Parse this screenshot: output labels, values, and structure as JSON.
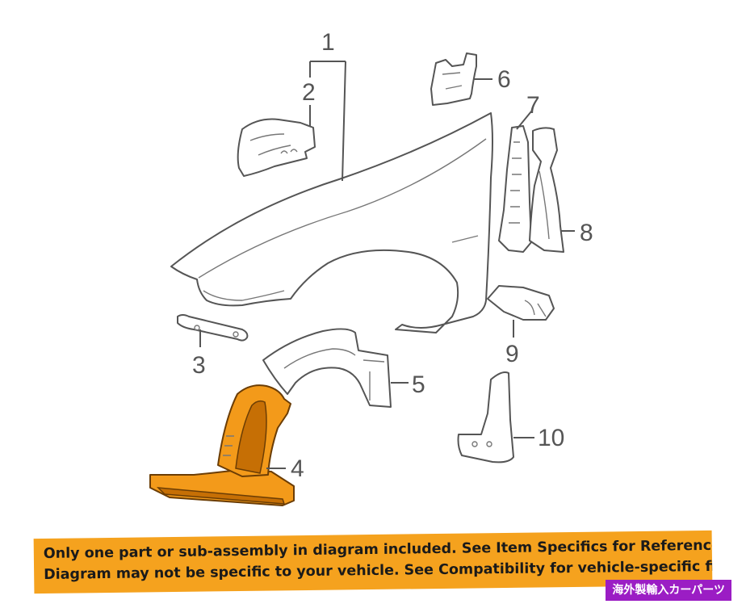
{
  "callouts": [
    "1",
    "2",
    "3",
    "4",
    "5",
    "6",
    "7",
    "8",
    "9",
    "10"
  ],
  "highlight_color": "#f39a1a",
  "banner": {
    "line1": "Only one part or sub-assembly in diagram included. See Item Specifics for Reference #.",
    "line2": "Diagram may not be specific to your vehicle. See Compatibility for vehicle-specific fit."
  },
  "watermark": "海外製輸入カーパーツ"
}
